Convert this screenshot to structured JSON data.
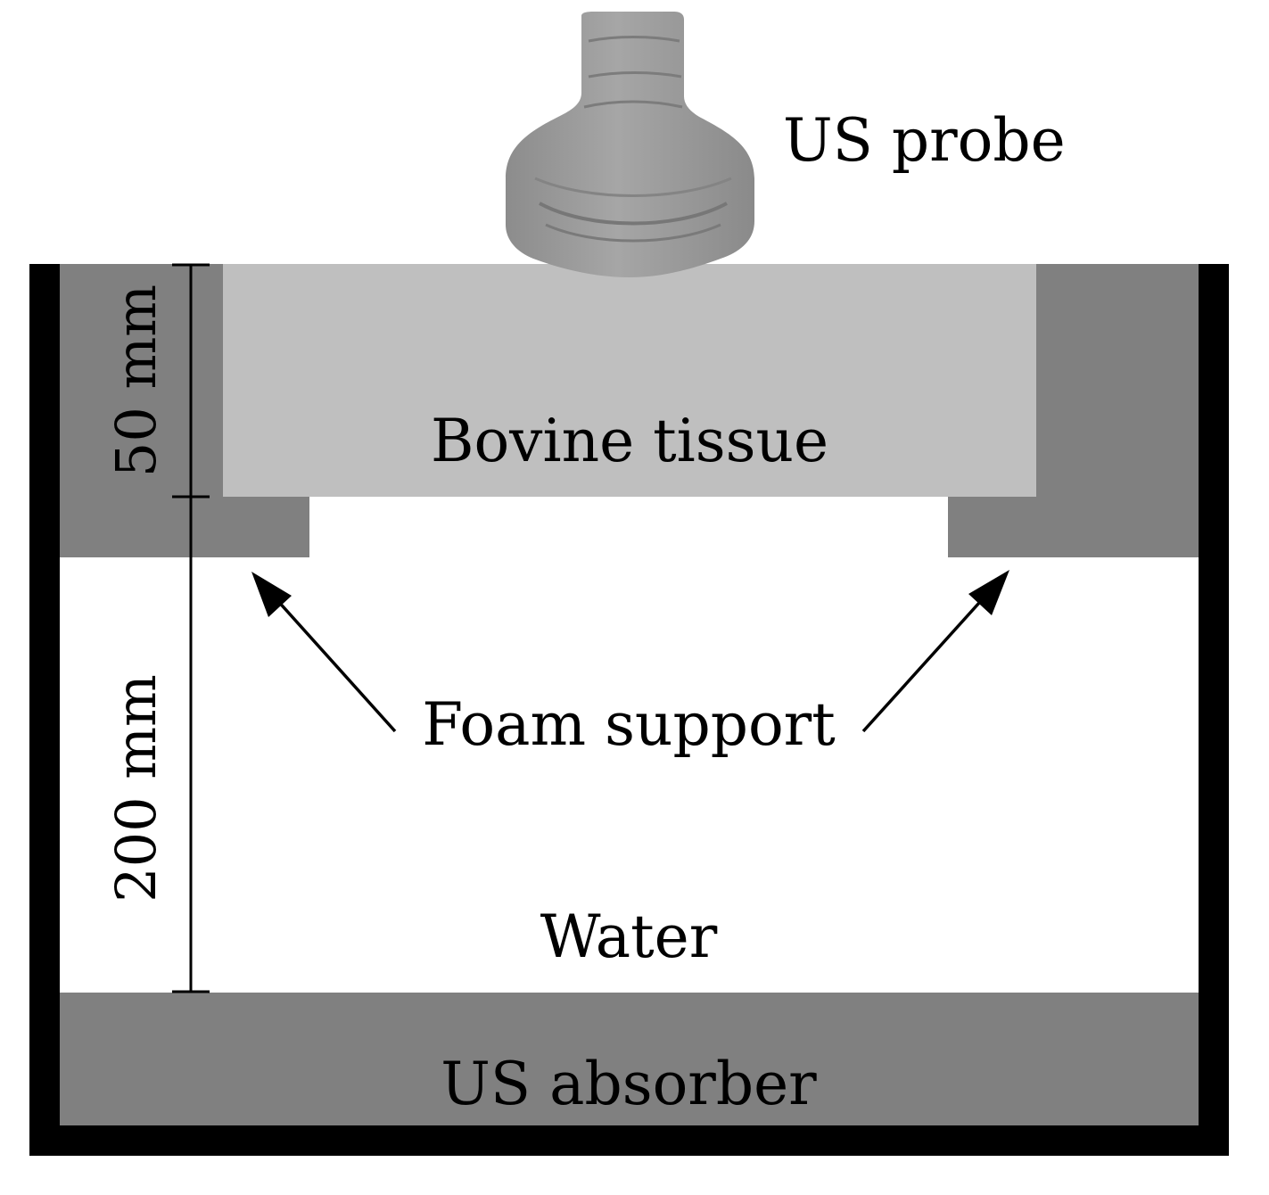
{
  "labels": {
    "probe": "US probe",
    "tissue": "Bovine tissue",
    "foam": "Foam support",
    "water": "Water",
    "absorber": "US absorber",
    "dim_tissue": "50 mm",
    "dim_water": "200 mm"
  },
  "colors": {
    "tank_wall": "#000000",
    "foam": "#808080",
    "tissue": "#bfbfbf",
    "absorber": "#808080",
    "water": "#ffffff",
    "probe": "#9a9a9a"
  }
}
